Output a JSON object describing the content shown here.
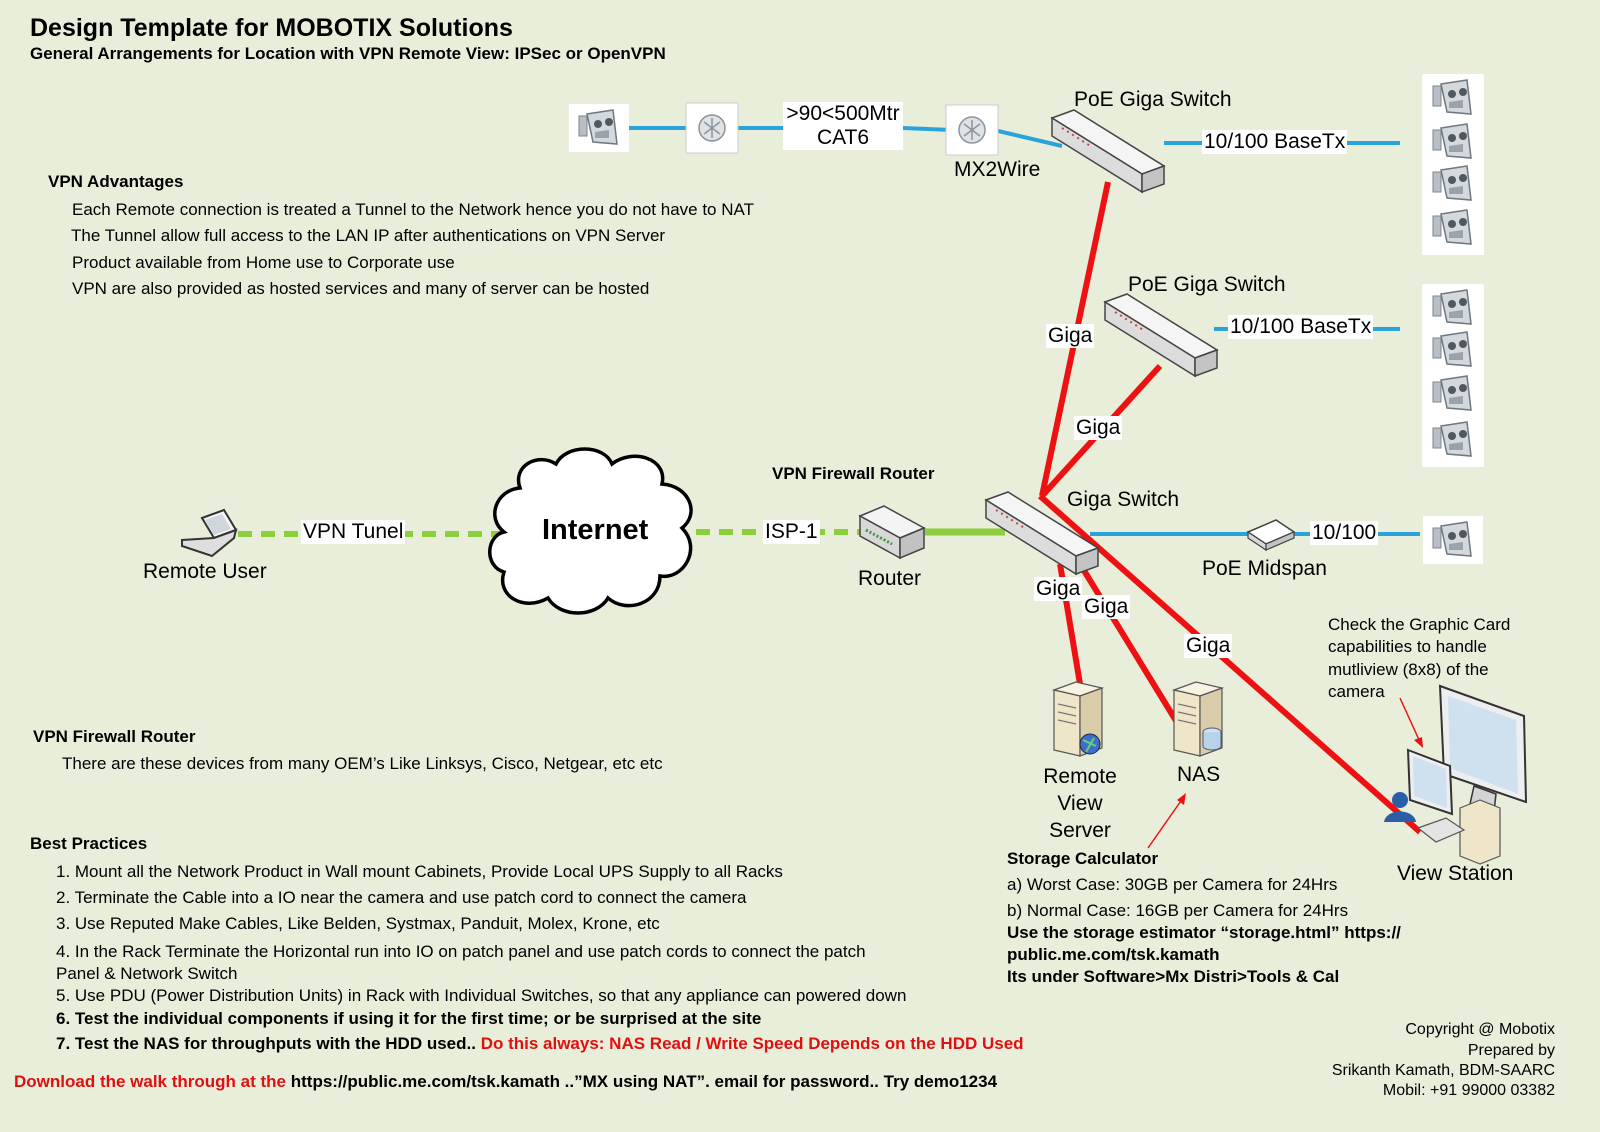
{
  "header": {
    "title": "Design Template for MOBOTIX Solutions",
    "subtitle": "General Arrangements for Location with VPN Remote View: IPSec or OpenVPN"
  },
  "vpn_advantages": {
    "heading": "VPN Advantages",
    "items": [
      "Each Remote connection is treated a Tunnel to the Network hence you do not have to NAT",
      "The Tunnel allow full access to the LAN IP after authentications on VPN Server",
      "Product available from Home use to Corporate use",
      "VPN are also provided as hosted services and many of server can be hosted"
    ]
  },
  "vpn_router_note": {
    "heading": "VPN Firewall Router",
    "text": "There are these devices from many OEM’s Like Linksys, Cisco, Netgear, etc etc"
  },
  "best_practices": {
    "heading": "Best Practices",
    "items": [
      "1. Mount all the Network Product in Wall mount Cabinets, Provide Local UPS Supply to all Racks",
      "2. Terminate the Cable into a IO near the camera and use patch cord to connect the camera",
      "3. Use Reputed Make Cables, Like Belden, Systmax, Panduit, Molex, Krone, etc",
      "4. In the Rack Terminate the Horizontal run into IO on patch panel and use patch cords to connect the patch",
      "Panel & Network Switch",
      "5. Use PDU (Power Distribution Units) in Rack with Individual Switches, so that any appliance can powered down",
      "6. Test the individual components if using it for the first time; or be surprised at the site",
      "7. Test the NAS for throughputs with the HDD used.."
    ],
    "item7_warning": "Do this always: NAS Read / Write Speed Depends on the HDD Used"
  },
  "download": {
    "prefix": "Download the walk through at the",
    "link": "https://public.me.com/tsk.kamath ..”MX using NAT”. email for password.. Try demo1234"
  },
  "storage": {
    "heading": "Storage Calculator",
    "worst": "a) Worst Case: 30GB per Camera for 24Hrs",
    "normal": "b) Normal Case: 16GB per Camera for 24Hrs",
    "estimator_1": "Use the storage estimator “storage.html”   https://",
    "estimator_2": "public.me.com/tsk.kamath",
    "estimator_3": "Its under Software>Mx Distri>Tools & Cal"
  },
  "graphic_card_note": [
    "Check the Graphic Card",
    "capabilities to handle",
    "mutliview (8x8) of the",
    "camera"
  ],
  "copyright": [
    "Copyright @ Mobotix",
    "Prepared by",
    "Srikanth Kamath, BDM-SAARC",
    "Mobil: +91 99000 03382"
  ],
  "diagram": {
    "remote_user": "Remote User",
    "vpn_tunel": "VPN Tunel",
    "internet": "Internet",
    "isp": "ISP-1",
    "router": "Router",
    "vpn_firewall_router": "VPN Firewall Router",
    "distance": ">90<500Mtr",
    "cable": "CAT6",
    "mx2wire": "MX2Wire",
    "poe_switch_1": "PoE Giga Switch",
    "poe_switch_2": "PoE Giga Switch",
    "basetx_1": "10/100 BaseTx",
    "basetx_2": "10/100 BaseTx",
    "giga_switch": "Giga Switch",
    "giga_1": "Giga",
    "giga_2": "Giga",
    "giga_3": "Giga",
    "giga_4": "Giga",
    "giga_5": "Giga",
    "midspan_link": "10/100",
    "poe_midspan": "PoE Midspan",
    "remote_view_server": [
      "Remote",
      "View",
      "Server"
    ],
    "nas": "NAS",
    "view_station": "View Station"
  },
  "colors": {
    "background": "#e9eedb",
    "giga_link": "#ee1111",
    "vpn_link": "#8ccf3c",
    "camera_link": "#2aa3dd",
    "warning_text": "#e01010"
  }
}
